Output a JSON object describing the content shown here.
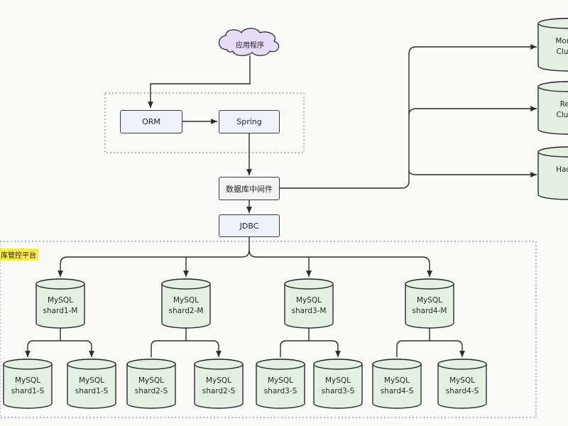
{
  "app": {
    "label": "应用程序"
  },
  "framework": {
    "orm": "ORM",
    "spring": "Spring"
  },
  "middleware": {
    "label": "数据库中间件"
  },
  "jdbc": {
    "label": "JDBC"
  },
  "platform": {
    "title": "库管控平台"
  },
  "clusters": [
    {
      "line1": "Mongo",
      "line2": "Cluste"
    },
    {
      "line1": "Redi",
      "line2": "Cluste"
    },
    {
      "line1": "Hadoo",
      "line2": ""
    }
  ],
  "shards": [
    {
      "master": [
        "MySQL",
        "shard1-M"
      ],
      "slaves": [
        [
          "MySQL",
          "shard1-S"
        ],
        [
          "MySQL",
          "shard1-S"
        ]
      ]
    },
    {
      "master": [
        "MySQL",
        "shard2-M"
      ],
      "slaves": [
        [
          "MySQL",
          "shard2-S"
        ],
        [
          "MySQL",
          "shard2-S"
        ]
      ]
    },
    {
      "master": [
        "MySQL",
        "shard3-M"
      ],
      "slaves": [
        [
          "MySQL",
          "shard3-S"
        ],
        [
          "MySQL",
          "shard3-S"
        ]
      ]
    },
    {
      "master": [
        "MySQL",
        "shard4-M"
      ],
      "slaves": [
        [
          "MySQL",
          "shard4-S"
        ],
        [
          "MySQL",
          "shard4-S"
        ]
      ]
    }
  ],
  "colors": {
    "db_fill": "#e3f1e3",
    "stroke": "#2b2b2b",
    "cloud_fill": "#e6dcf7",
    "group_green": "#6aa47a",
    "group_blue": "#7c93c9",
    "highlight": "#ffe94d"
  }
}
